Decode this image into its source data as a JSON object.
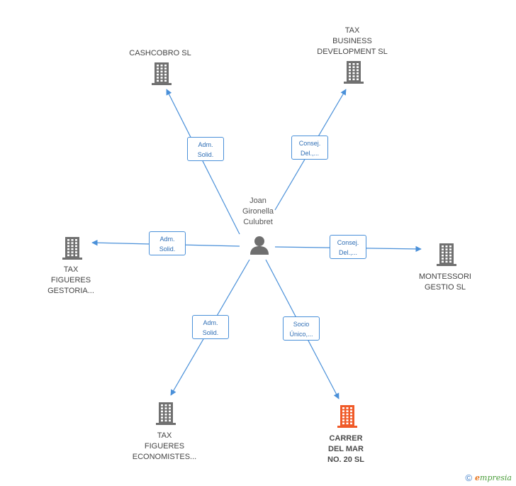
{
  "center_person": {
    "name_lines": "Joan\nGironella\nCulubret",
    "icon": "person-icon"
  },
  "companies": [
    {
      "id": "cashcobro",
      "label": "CASHCOBRO SL",
      "icon": "building-icon",
      "color": "#707070",
      "highlight": false
    },
    {
      "id": "tax-business",
      "label": "TAX\nBUSINESS\nDEVELOPMENT SL",
      "icon": "building-icon",
      "color": "#707070",
      "highlight": false
    },
    {
      "id": "tax-figueres-gestoria",
      "label": "TAX\nFIGUERES\nGESTORIA...",
      "icon": "building-icon",
      "color": "#707070",
      "highlight": false
    },
    {
      "id": "montessori",
      "label": "MONTESSORI\nGESTIO SL",
      "icon": "building-icon",
      "color": "#707070",
      "highlight": false
    },
    {
      "id": "tax-figueres-economistes",
      "label": "TAX\nFIGUERES\nECONOMISTES...",
      "icon": "building-icon",
      "color": "#707070",
      "highlight": false
    },
    {
      "id": "carrer-del-mar",
      "label": "CARRER\nDEL MAR\nNO. 20 SL",
      "icon": "building-icon",
      "color": "#f05a28",
      "highlight": true
    }
  ],
  "relations": [
    {
      "target": "cashcobro",
      "label": "Adm.\nSolid."
    },
    {
      "target": "tax-business",
      "label": "Consej.\nDel.,..."
    },
    {
      "target": "tax-figueres-gestoria",
      "label": "Adm.\nSolid."
    },
    {
      "target": "montessori",
      "label": "Consej.\nDel.,..."
    },
    {
      "target": "tax-figueres-economistes",
      "label": "Adm.\nSolid."
    },
    {
      "target": "carrer-del-mar",
      "label": "Socio\nÚnico,..."
    }
  ],
  "colors": {
    "edge": "#4a90d9",
    "building_default": "#707070",
    "building_highlight": "#f05a28",
    "person": "#6f6f6f"
  },
  "footer": {
    "copyright": "©",
    "brand_first": "e",
    "brand_rest": "mpresia"
  }
}
